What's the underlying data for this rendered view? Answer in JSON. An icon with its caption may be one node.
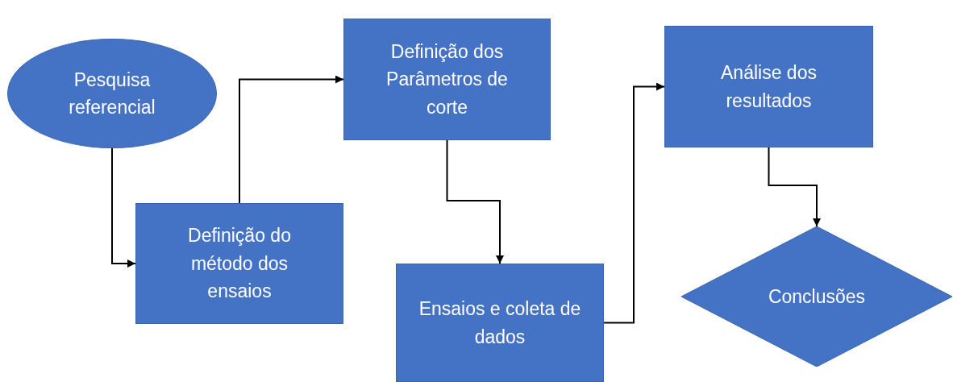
{
  "diagram": {
    "nodes": [
      {
        "text": [
          "Pesquisa referencial"
        ]
      },
      {
        "text": [
          "Definição do método dos ensaios"
        ]
      },
      {
        "text": [
          "Definição dos Parâmetros de corte"
        ]
      },
      {
        "text": [
          "Ensaios e coleta de dados"
        ]
      },
      {
        "text": [
          "Análise dos resultados"
        ]
      },
      {
        "text": [
          "Conclusões"
        ]
      }
    ],
    "edges": [
      {
        "from": 0,
        "to": 1,
        "arrow": "to"
      },
      {
        "from": 1,
        "to": 2,
        "arrow": "to"
      },
      {
        "from": 2,
        "to": 3,
        "arrow": "to"
      },
      {
        "from": 3,
        "to": 4,
        "arrow": "to"
      },
      {
        "from": 4,
        "to": 5,
        "arrow": "to"
      }
    ]
  }
}
